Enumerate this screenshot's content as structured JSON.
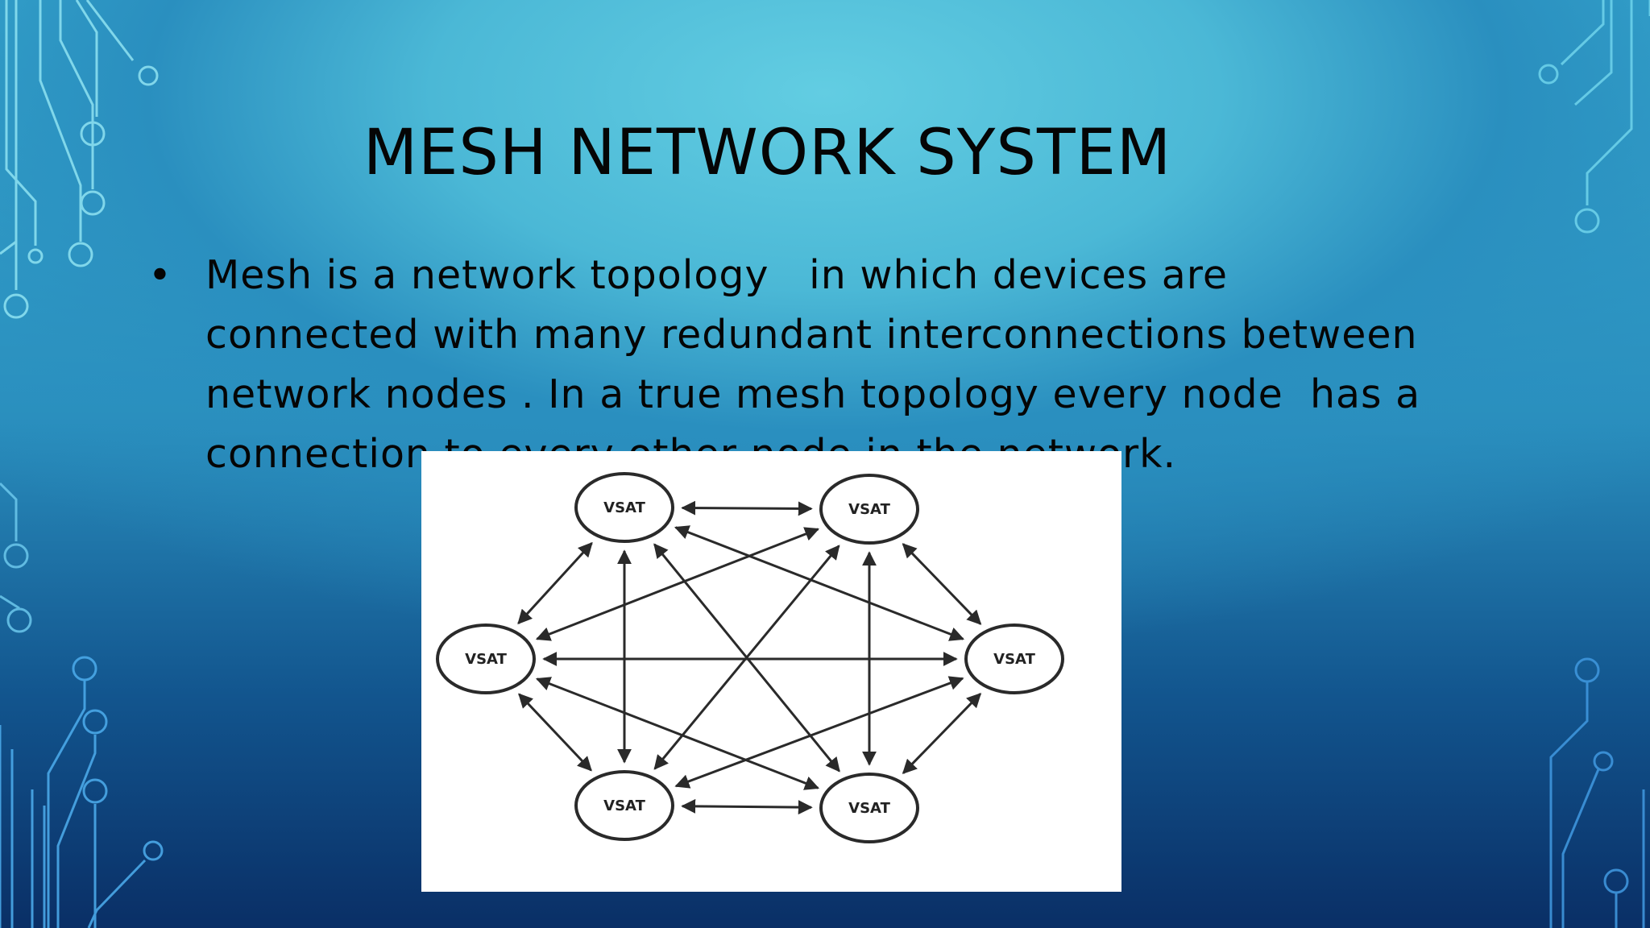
{
  "slide": {
    "title": "MESH NETWORK SYSTEM",
    "bullet": {
      "marker": "•",
      "lines": [
        "Mesh is a network topology   in which devices are",
        "connected with many redundant interconnections between",
        "network nodes . In a true mesh topology every node  has a",
        "connection to every other node in the network."
      ]
    }
  },
  "diagram": {
    "nodes": [
      {
        "id": "top-left",
        "label": "VSAT"
      },
      {
        "id": "top-right",
        "label": "VSAT"
      },
      {
        "id": "left",
        "label": "VSAT"
      },
      {
        "id": "right",
        "label": "VSAT"
      },
      {
        "id": "bottom-left",
        "label": "VSAT"
      },
      {
        "id": "bottom-right",
        "label": "VSAT"
      }
    ]
  },
  "colors": {
    "circuit_light": "#8fe3f2",
    "circuit_dark": "#4aa8e8",
    "text": "#050505",
    "diagram_stroke": "#2a2a2a"
  }
}
